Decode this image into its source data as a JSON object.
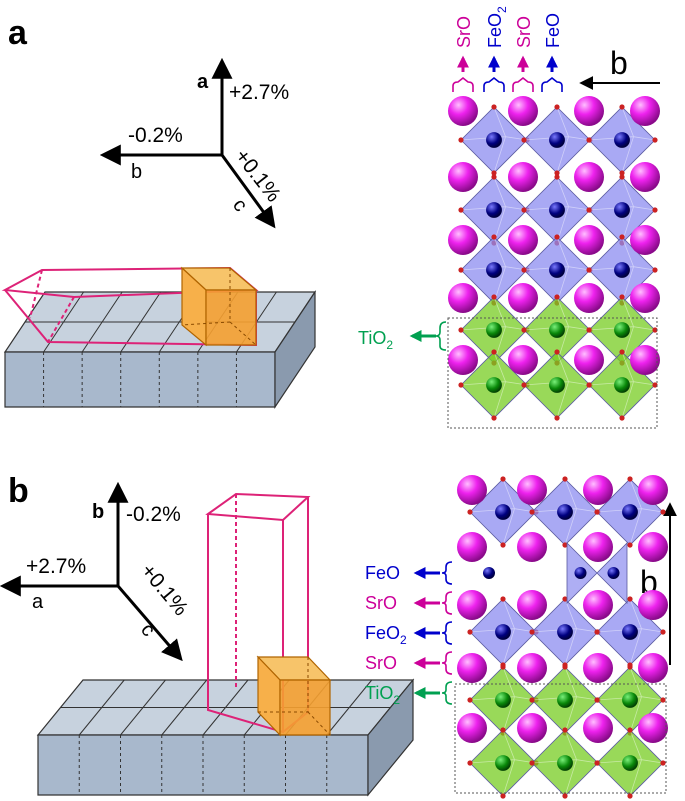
{
  "panel_a": {
    "label": "a",
    "axes": {
      "vertical_name": "a",
      "vertical_strain": "+2.7%",
      "left_name": "b",
      "left_strain": "-0.2%",
      "diag_name": "c",
      "diag_strain": "+0.1%"
    },
    "layers": [
      {
        "text": "SrO",
        "color": "#cc0099"
      },
      {
        "text": "FeO",
        "sub": "2",
        "color": "#0000cc"
      },
      {
        "text": "SrO",
        "color": "#cc0099"
      },
      {
        "text": "FeO",
        "color": "#0000cc"
      }
    ],
    "direction_label": "b",
    "substrate_label": {
      "text": "TiO",
      "sub": "2",
      "color": "#00a050"
    }
  },
  "panel_b": {
    "label": "b",
    "axes": {
      "vertical_name": "b",
      "vertical_strain": "-0.2%",
      "left_name": "a",
      "left_strain": "+2.7%",
      "diag_name": "c",
      "diag_strain": "+0.1%"
    },
    "layers": [
      {
        "text": "FeO",
        "color": "#0000cc"
      },
      {
        "text": "SrO",
        "color": "#cc0099"
      },
      {
        "text": "FeO",
        "sub": "2",
        "color": "#0000cc"
      },
      {
        "text": "SrO",
        "color": "#cc0099"
      },
      {
        "text": "TiO",
        "sub": "2",
        "color": "#00a050"
      }
    ],
    "direction_label": "b"
  },
  "colors": {
    "sr_atom": "#ee22ee",
    "fe_octahedron": "#8c8cf0",
    "fe_atom": "#000080",
    "ti_octahedron": "#77cc22",
    "ti_atom": "#0a7a0a",
    "oxygen": "#cc2222",
    "substrate": "#a8b8cc",
    "film_cell": "#dd2277",
    "unit_cell": "#f7b04a"
  }
}
